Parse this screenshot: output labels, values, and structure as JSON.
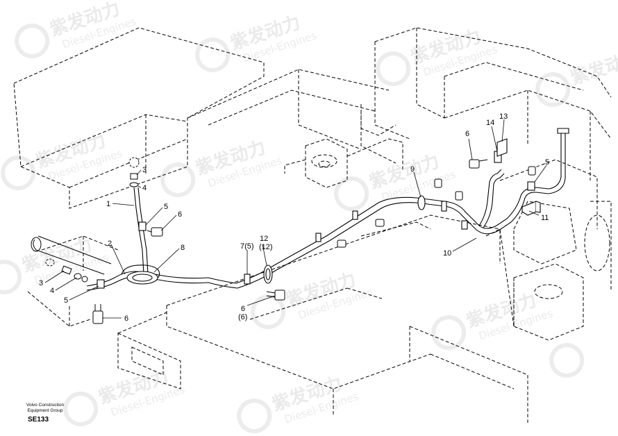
{
  "watermark": {
    "brand": "紫发动力",
    "sub": "Diesel-Engines"
  },
  "callouts": [
    {
      "id": "c1",
      "text": "1"
    },
    {
      "id": "c2",
      "text": "2"
    },
    {
      "id": "c3a",
      "text": "3"
    },
    {
      "id": "c3b",
      "text": "3"
    },
    {
      "id": "c4a",
      "text": "4"
    },
    {
      "id": "c4b",
      "text": "4"
    },
    {
      "id": "c5a",
      "text": "5"
    },
    {
      "id": "c5b",
      "text": "5"
    },
    {
      "id": "c5c",
      "text": "5"
    },
    {
      "id": "c6a",
      "text": "6"
    },
    {
      "id": "c6b",
      "text": "6"
    },
    {
      "id": "c6c",
      "text": "6"
    },
    {
      "id": "c6d",
      "text": "6"
    },
    {
      "id": "c6e",
      "text": "(6)"
    },
    {
      "id": "c7",
      "text": "7(5)"
    },
    {
      "id": "c8",
      "text": "8"
    },
    {
      "id": "c9",
      "text": "9"
    },
    {
      "id": "c10",
      "text": "10"
    },
    {
      "id": "c11",
      "text": "11"
    },
    {
      "id": "c12",
      "text": "12"
    },
    {
      "id": "c12b",
      "text": "(12)"
    },
    {
      "id": "c13",
      "text": "13"
    },
    {
      "id": "c14",
      "text": "14"
    }
  ],
  "caption": {
    "company_line1": "Volvo Construction",
    "company_line2": "Equipment Group",
    "code": "SE133"
  }
}
